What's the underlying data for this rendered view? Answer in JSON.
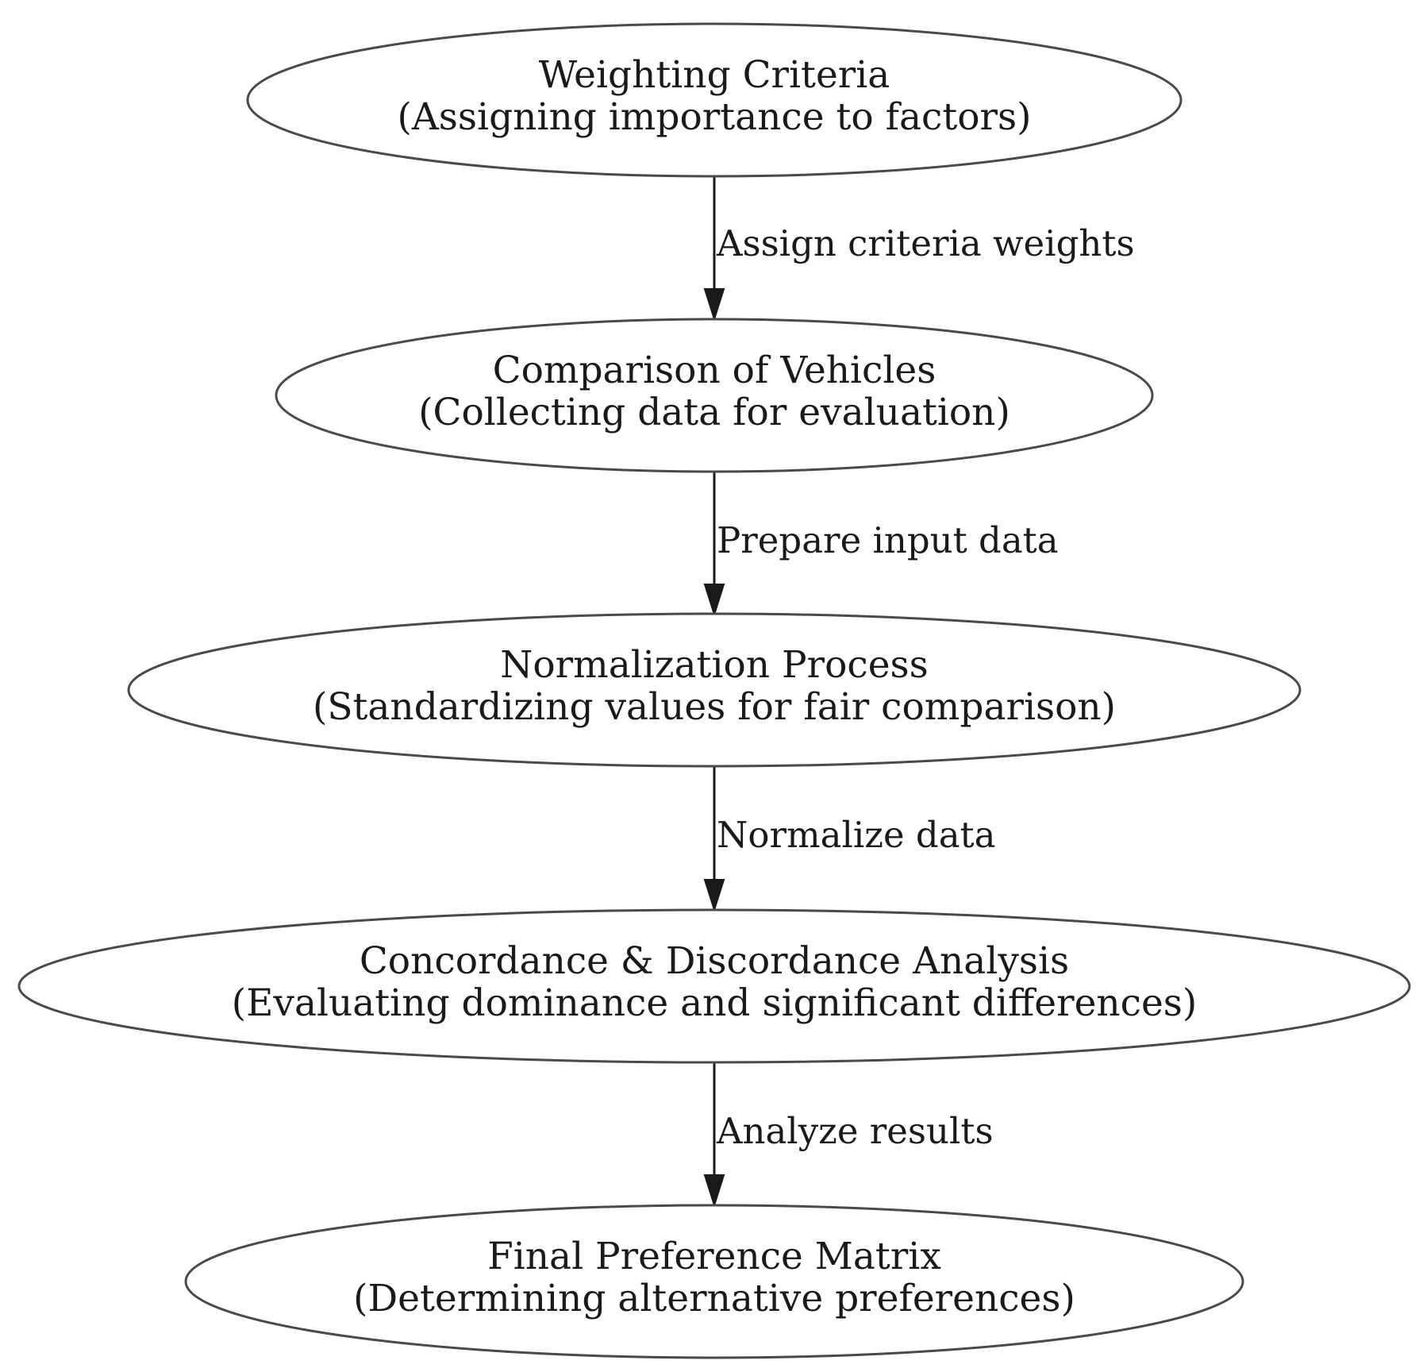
{
  "nodes": [
    {
      "title": "Weighting Criteria",
      "subtitle": "(Assigning importance to factors)"
    },
    {
      "title": "Comparison of Vehicles",
      "subtitle": "(Collecting data for evaluation)"
    },
    {
      "title": "Normalization Process",
      "subtitle": "(Standardizing values for fair comparison)"
    },
    {
      "title": "Concordance & Discordance Analysis",
      "subtitle": "(Evaluating dominance and significant differences)"
    },
    {
      "title": "Final Preference Matrix",
      "subtitle": "(Determining alternative preferences)"
    }
  ],
  "edges": [
    {
      "from": 0,
      "to": 1,
      "label": "Assign criteria weights"
    },
    {
      "from": 1,
      "to": 2,
      "label": "Prepare input data"
    },
    {
      "from": 2,
      "to": 3,
      "label": "Normalize data"
    },
    {
      "from": 3,
      "to": 4,
      "label": "Analyze results"
    }
  ]
}
